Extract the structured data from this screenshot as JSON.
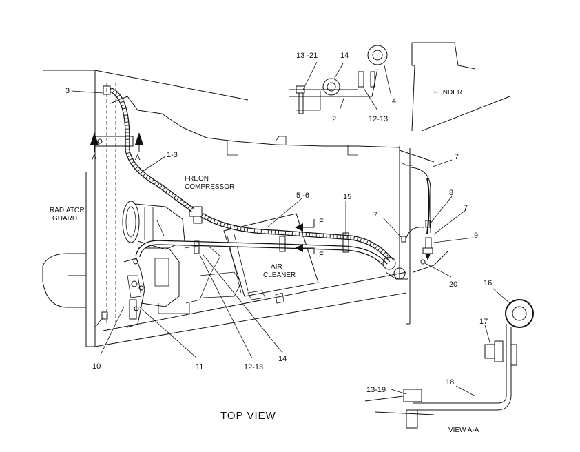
{
  "labels": {
    "fender": "FENDER",
    "freon_compressor_1": "FREON",
    "freon_compressor_2": "COMPRESSOR",
    "radiator_guard_1": "RADIATOR",
    "radiator_guard_2": "GUARD",
    "air_cleaner_1": "AIR",
    "air_cleaner_2": "CLEANER",
    "top_view": "TOP  VIEW",
    "view_aa": "VIEW  A-A"
  },
  "section_marks": {
    "a_left": "A",
    "a_right": "A",
    "f_top": "F",
    "f_bottom": "F"
  },
  "callouts": {
    "c13_21": "13 -21",
    "c14_top": "14",
    "c4": "4",
    "c2": "2",
    "c12_13_top": "12-13",
    "c3": "3",
    "c1_3": "1-3",
    "c5_6": "5 -6",
    "c15": "15",
    "c7_a": "7",
    "c7_b": "7",
    "c7_c": "7",
    "c8": "8",
    "c9": "9",
    "c20": "20",
    "c16": "16",
    "c17": "17",
    "c18": "18",
    "c13_19": "13-19",
    "c10": "10",
    "c11": "11",
    "c12_13_bottom": "12-13",
    "c14_bottom": "14"
  }
}
